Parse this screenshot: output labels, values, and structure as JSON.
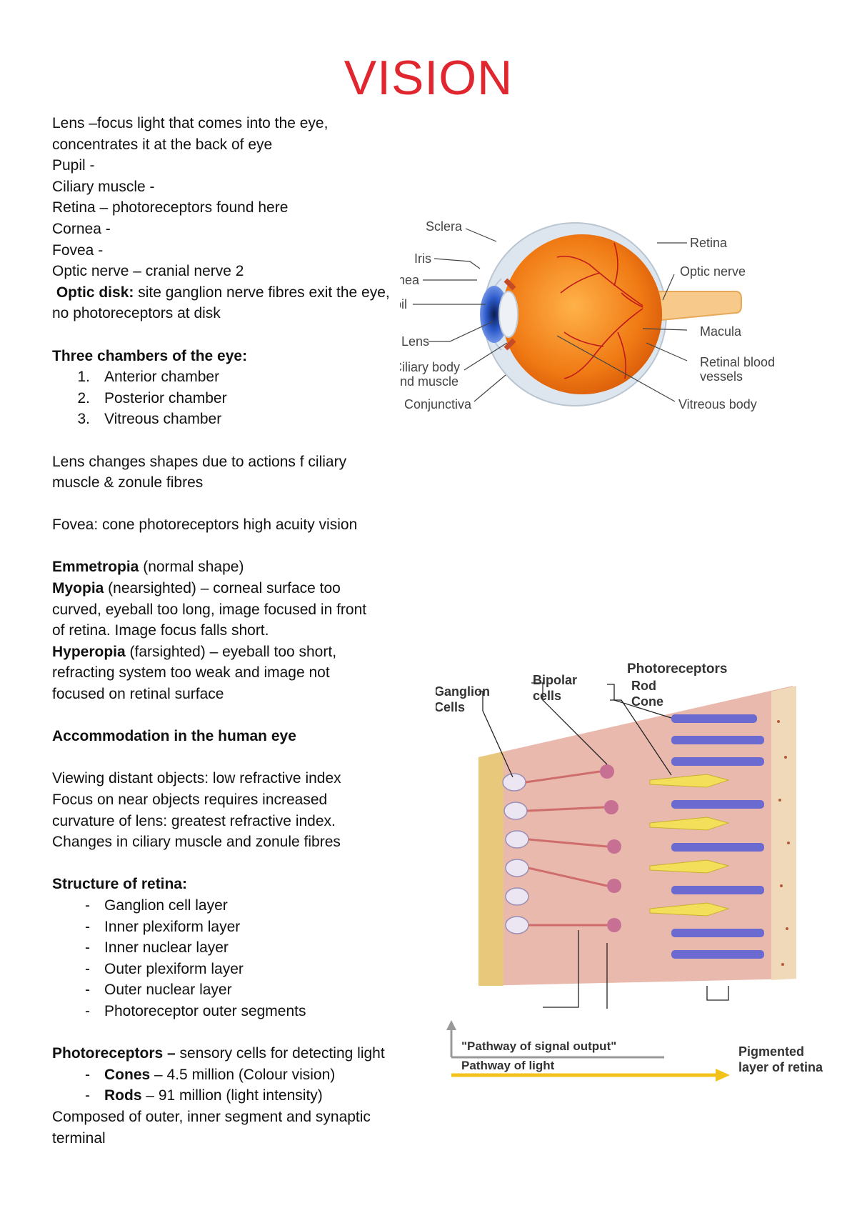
{
  "title": "VISION",
  "notes": {
    "lens_1": "Lens –focus light that comes into the eye,",
    "lens_2": "concentrates it at the back of eye",
    "pupil": "Pupil -",
    "ciliary": "Ciliary muscle -",
    "retina": "Retina – photoreceptors found here",
    "cornea": "Cornea -",
    "fovea": "Fovea -",
    "optic_nerve": "Optic nerve – cranial nerve 2",
    "optic_disk_label": "Optic disk:",
    "optic_disk_text": " site ganglion nerve fibres exit the eye,",
    "optic_disk_2": "no photoreceptors at disk",
    "chambers_heading": "Three chambers of the eye:",
    "chambers": [
      {
        "num": "1.",
        "text": "Anterior chamber"
      },
      {
        "num": "2.",
        "text": "Posterior chamber"
      },
      {
        "num": "3.",
        "text": "Vitreous chamber"
      }
    ],
    "lens_change_1": "Lens changes shapes due to actions f ciliary",
    "lens_change_2": "muscle & zonule fibres",
    "fovea_cone": "Fovea: cone photoreceptors high acuity vision",
    "emmetropia_label": "Emmetropia",
    "emmetropia_text": " (normal shape)",
    "myopia_label": "Myopia",
    "myopia_text_1": " (nearsighted) – corneal surface too",
    "myopia_text_2": "curved, eyeball too long, image focused in front",
    "myopia_text_3": "of retina. Image focus falls short.",
    "hyperopia_label": "Hyperopia",
    "hyperopia_text_1": " (farsighted) – eyeball too short,",
    "hyperopia_text_2": "refracting system too weak and image not",
    "hyperopia_text_3": "focused on retinal surface",
    "accommodation_heading": "Accommodation in the human eye",
    "acc_1": "Viewing distant objects: low refractive index",
    "acc_2": "Focus on near objects requires increased",
    "acc_3": "curvature of lens: greatest refractive index.",
    "acc_4": "Changes in ciliary muscle and zonule fibres",
    "structure_heading": "Structure of retina:",
    "layers": [
      "Ganglion cell layer",
      "Inner plexiform layer",
      "Inner nuclear layer",
      "Outer plexiform layer",
      "Outer nuclear layer",
      "Photoreceptor outer segments"
    ],
    "bullet": "-",
    "photoreceptors_label": "Photoreceptors –",
    "photoreceptors_text": " sensory cells for detecting light",
    "cones_label": "Cones",
    "cones_text": " – 4.5 million (Colour vision)",
    "rods_label": "Rods",
    "rods_text": " – 91 million (light intensity)",
    "composed_1": "Composed of outer, inner segment and synaptic",
    "composed_2": "terminal"
  },
  "eye_diagram": {
    "labels": {
      "sclera": "Sclera",
      "iris": "Iris",
      "cornea": "Cornea",
      "pupil": "Pupil",
      "lens": "Lens",
      "ciliary_1": "Ciliary body",
      "ciliary_2": "and muscle",
      "conjunctiva": "Conjunctiva",
      "retina": "Retina",
      "optic_nerve": "Optic nerve",
      "macula": "Macula",
      "retinal_vessels_1": "Retinal blood",
      "retinal_vessels_2": "vessels",
      "vitreous": "Vitreous body"
    },
    "colors": {
      "eyeball": "#f07a14",
      "sclera": "#dde6ee",
      "iris": "#2a58c8",
      "vessel": "#c01a1a"
    }
  },
  "retina_diagram": {
    "labels": {
      "photoreceptors": "Photoreceptors",
      "rod": "Rod",
      "cone": "Cone",
      "bipolar_1": "Bipolar",
      "bipolar_2": "cells",
      "ganglion_1": "Ganglion",
      "ganglion_2": "Cells",
      "signal": "\"Pathway of signal output\"",
      "light": "Pathway of light",
      "pigmented_1": "Pigmented",
      "pigmented_2": "layer of retina"
    },
    "colors": {
      "tissue": "#e9b9ad",
      "rod": "#6a6ad0",
      "cone": "#f3df5a",
      "ganglion": "#ece6f2",
      "arrow": "#f2c21a"
    }
  }
}
